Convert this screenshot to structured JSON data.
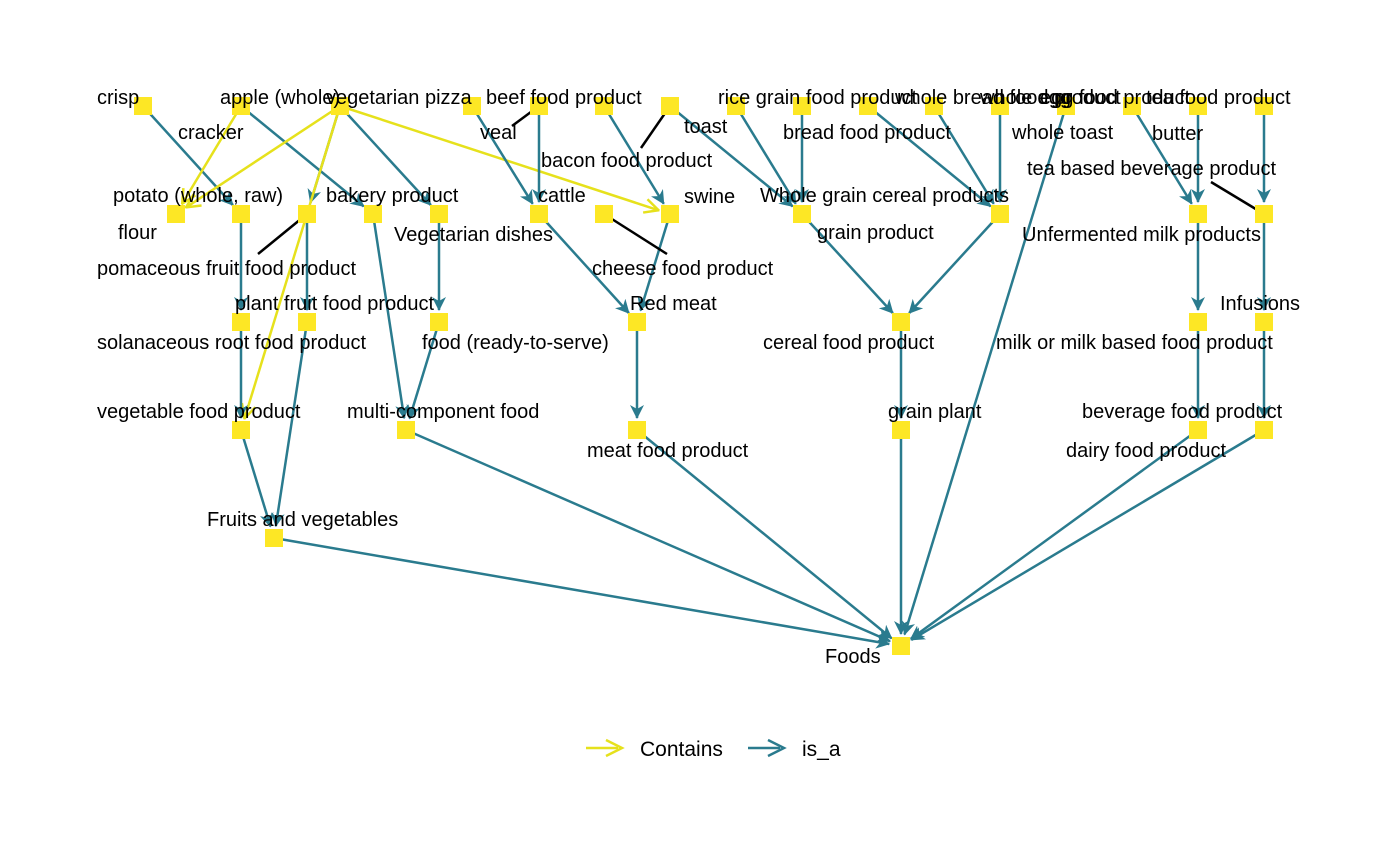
{
  "colors": {
    "is_a": "#2a7b8e",
    "contains": "#e6e11c",
    "node": "#fde725",
    "leader": "#000000"
  },
  "legend": {
    "contains": "Contains",
    "is_a": "is_a"
  },
  "nodes": {
    "crisp": "crisp",
    "apple": "apple (whole)",
    "vegpizza": "vegetarian pizza",
    "beef": "beef food product",
    "veal": "veal",
    "toast": "toast",
    "rice": "rice grain food product",
    "wholebread": "whole bread food product",
    "wholeegg": "whole egg",
    "cracker": "cracker",
    "breadfood": "bread food product",
    "wholetoast": "whole toast",
    "egg": "egg food product",
    "tea": "tea food product",
    "butter": "butter",
    "bacon": "bacon food product",
    "teabev": "tea based beverage product",
    "potato": "potato (whole, raw)",
    "bakery": "bakery product",
    "cattle": "cattle",
    "swine": "swine",
    "wholegrain": "Whole grain cereal products",
    "flour": "flour",
    "vegdishes": "Vegetarian dishes",
    "grainproduct": "grain product",
    "unfermented": "Unfermented milk products",
    "pomaceous": "pomaceous fruit food product",
    "cheese": "cheese food product",
    "plantfruit": "plant fruit food product",
    "redmeat": "Red meat",
    "infusions": "Infusions",
    "solanaceous": "solanaceous root food product",
    "ready": "food (ready-to-serve)",
    "cereal": "cereal food product",
    "milk": "milk or milk based food product",
    "vegfood": "vegetable food product",
    "multi": "multi-component food",
    "grainplant": "grain plant",
    "beverage": "beverage food product",
    "meat": "meat food product",
    "dairy": "dairy food product",
    "fruitsveg": "Fruits and vegetables",
    "foods": "Foods"
  }
}
